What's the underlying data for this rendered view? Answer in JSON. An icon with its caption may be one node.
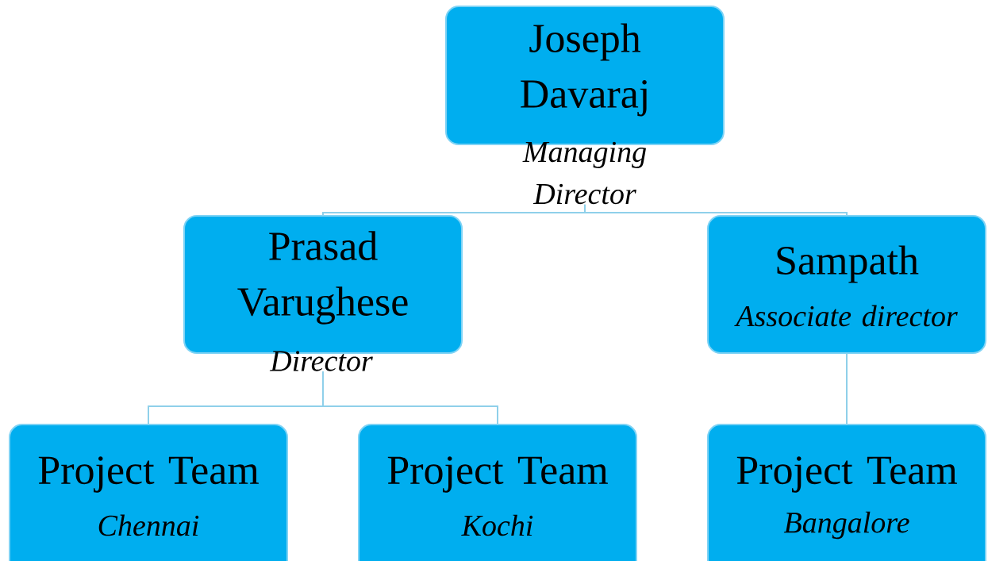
{
  "diagram": {
    "nodes": [
      {
        "text": [
          "Joseph Davaraj",
          "Managing Director"
        ]
      },
      {
        "text": [
          "Prasad Varughese",
          "Director"
        ]
      },
      {
        "text": [
          "Sampath",
          "Associate director"
        ]
      },
      {
        "text": [
          "Project Team",
          "Chennai"
        ]
      },
      {
        "text": [
          "Project Team",
          "Kochi"
        ]
      },
      {
        "text": [
          "Project Team",
          "Bangalore"
        ]
      }
    ],
    "edges": [
      {
        "from": 0,
        "to": 1,
        "arrow": "none"
      },
      {
        "from": 0,
        "to": 2,
        "arrow": "none"
      },
      {
        "from": 1,
        "to": 3,
        "arrow": "none"
      },
      {
        "from": 1,
        "to": 4,
        "arrow": "none"
      },
      {
        "from": 2,
        "to": 5,
        "arrow": "none"
      }
    ]
  }
}
